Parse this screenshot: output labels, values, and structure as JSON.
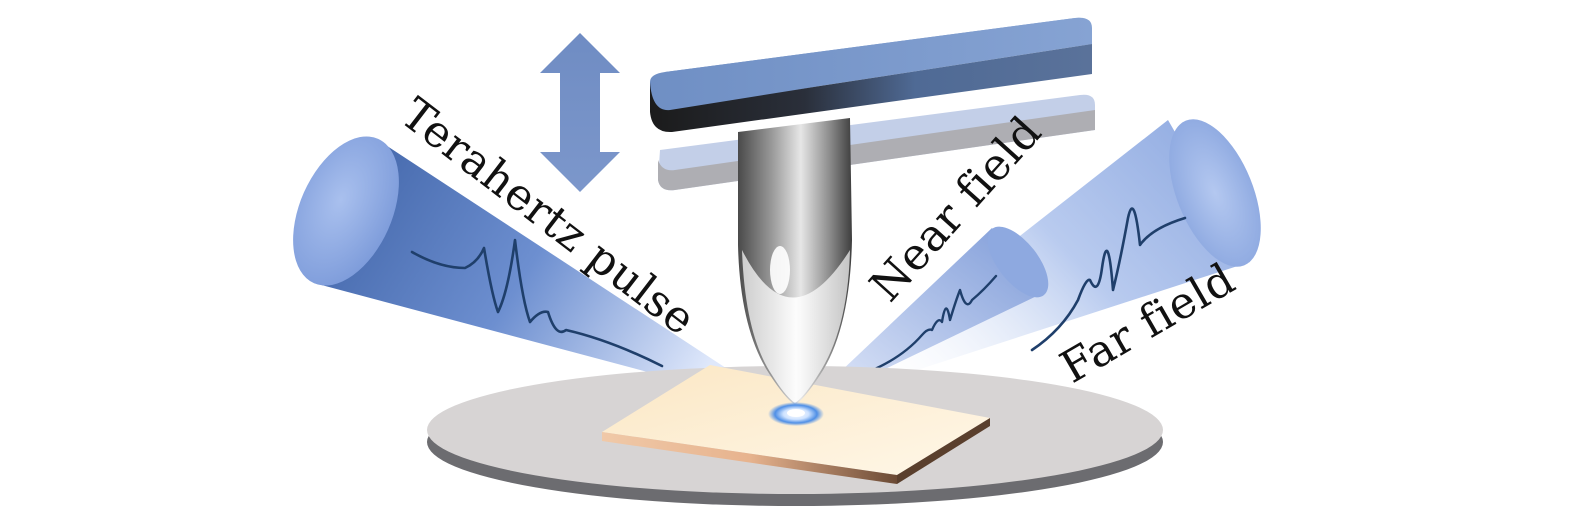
{
  "labels": {
    "terahertz_pulse": "Terahertz pulse",
    "near_field": "Near field",
    "far_field": "Far field"
  },
  "colors": {
    "beam_blue": "#3b63a8",
    "beam_light": "#9ab4e6",
    "cantilever": "#7d9ccb",
    "cantilever_dark": "#4d6a96",
    "disc": "#d6d3d3",
    "sample": "#fdf0d8",
    "waveform": "#1f3f6b",
    "arrow": "#7490c4"
  },
  "icons": {
    "double_arrow": "vertical-double-arrow-icon",
    "tip": "afm-tip",
    "beams": "terahertz-cone-beams"
  }
}
